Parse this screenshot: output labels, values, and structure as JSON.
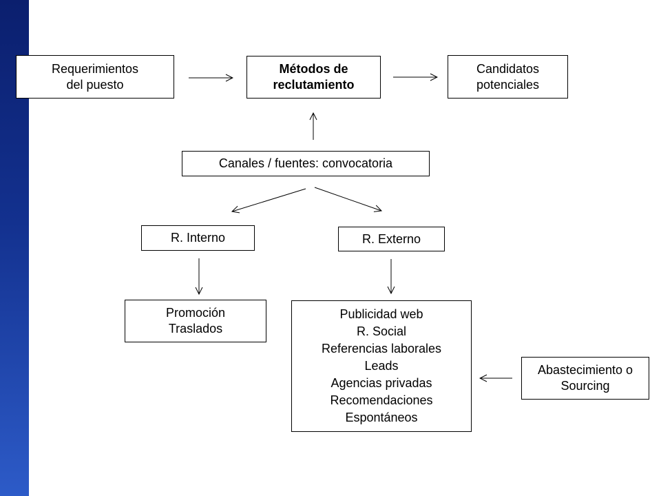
{
  "diagram": {
    "nodes": {
      "requerimientos": {
        "lines": [
          "Requerimientos",
          "del puesto"
        ]
      },
      "metodos": {
        "lines": [
          "Métodos de",
          "reclutamiento"
        ]
      },
      "candidatos": {
        "lines": [
          "Candidatos",
          "potenciales"
        ]
      },
      "canales": {
        "text": "Canales / fuentes: convocatoria"
      },
      "interno": {
        "text": "R. Interno"
      },
      "externo": {
        "text": "R. Externo"
      },
      "interno_list": {
        "lines": [
          "Promoción",
          "Traslados"
        ]
      },
      "externo_list": {
        "lines": [
          "Publicidad web",
          "R. Social",
          "Referencias laborales",
          "Leads",
          "Agencias privadas",
          "Recomendaciones",
          "Espontáneos"
        ]
      },
      "sourcing": {
        "lines": [
          "Abastecimiento o",
          "Sourcing"
        ]
      }
    },
    "edges": [
      {
        "from": "requerimientos",
        "to": "metodos"
      },
      {
        "from": "metodos",
        "to": "candidatos"
      },
      {
        "from": "canales",
        "to": "metodos"
      },
      {
        "from": "canales",
        "to": "interno"
      },
      {
        "from": "canales",
        "to": "externo"
      },
      {
        "from": "interno",
        "to": "interno_list"
      },
      {
        "from": "externo",
        "to": "externo_list"
      },
      {
        "from": "sourcing",
        "to": "externo_list"
      }
    ]
  }
}
